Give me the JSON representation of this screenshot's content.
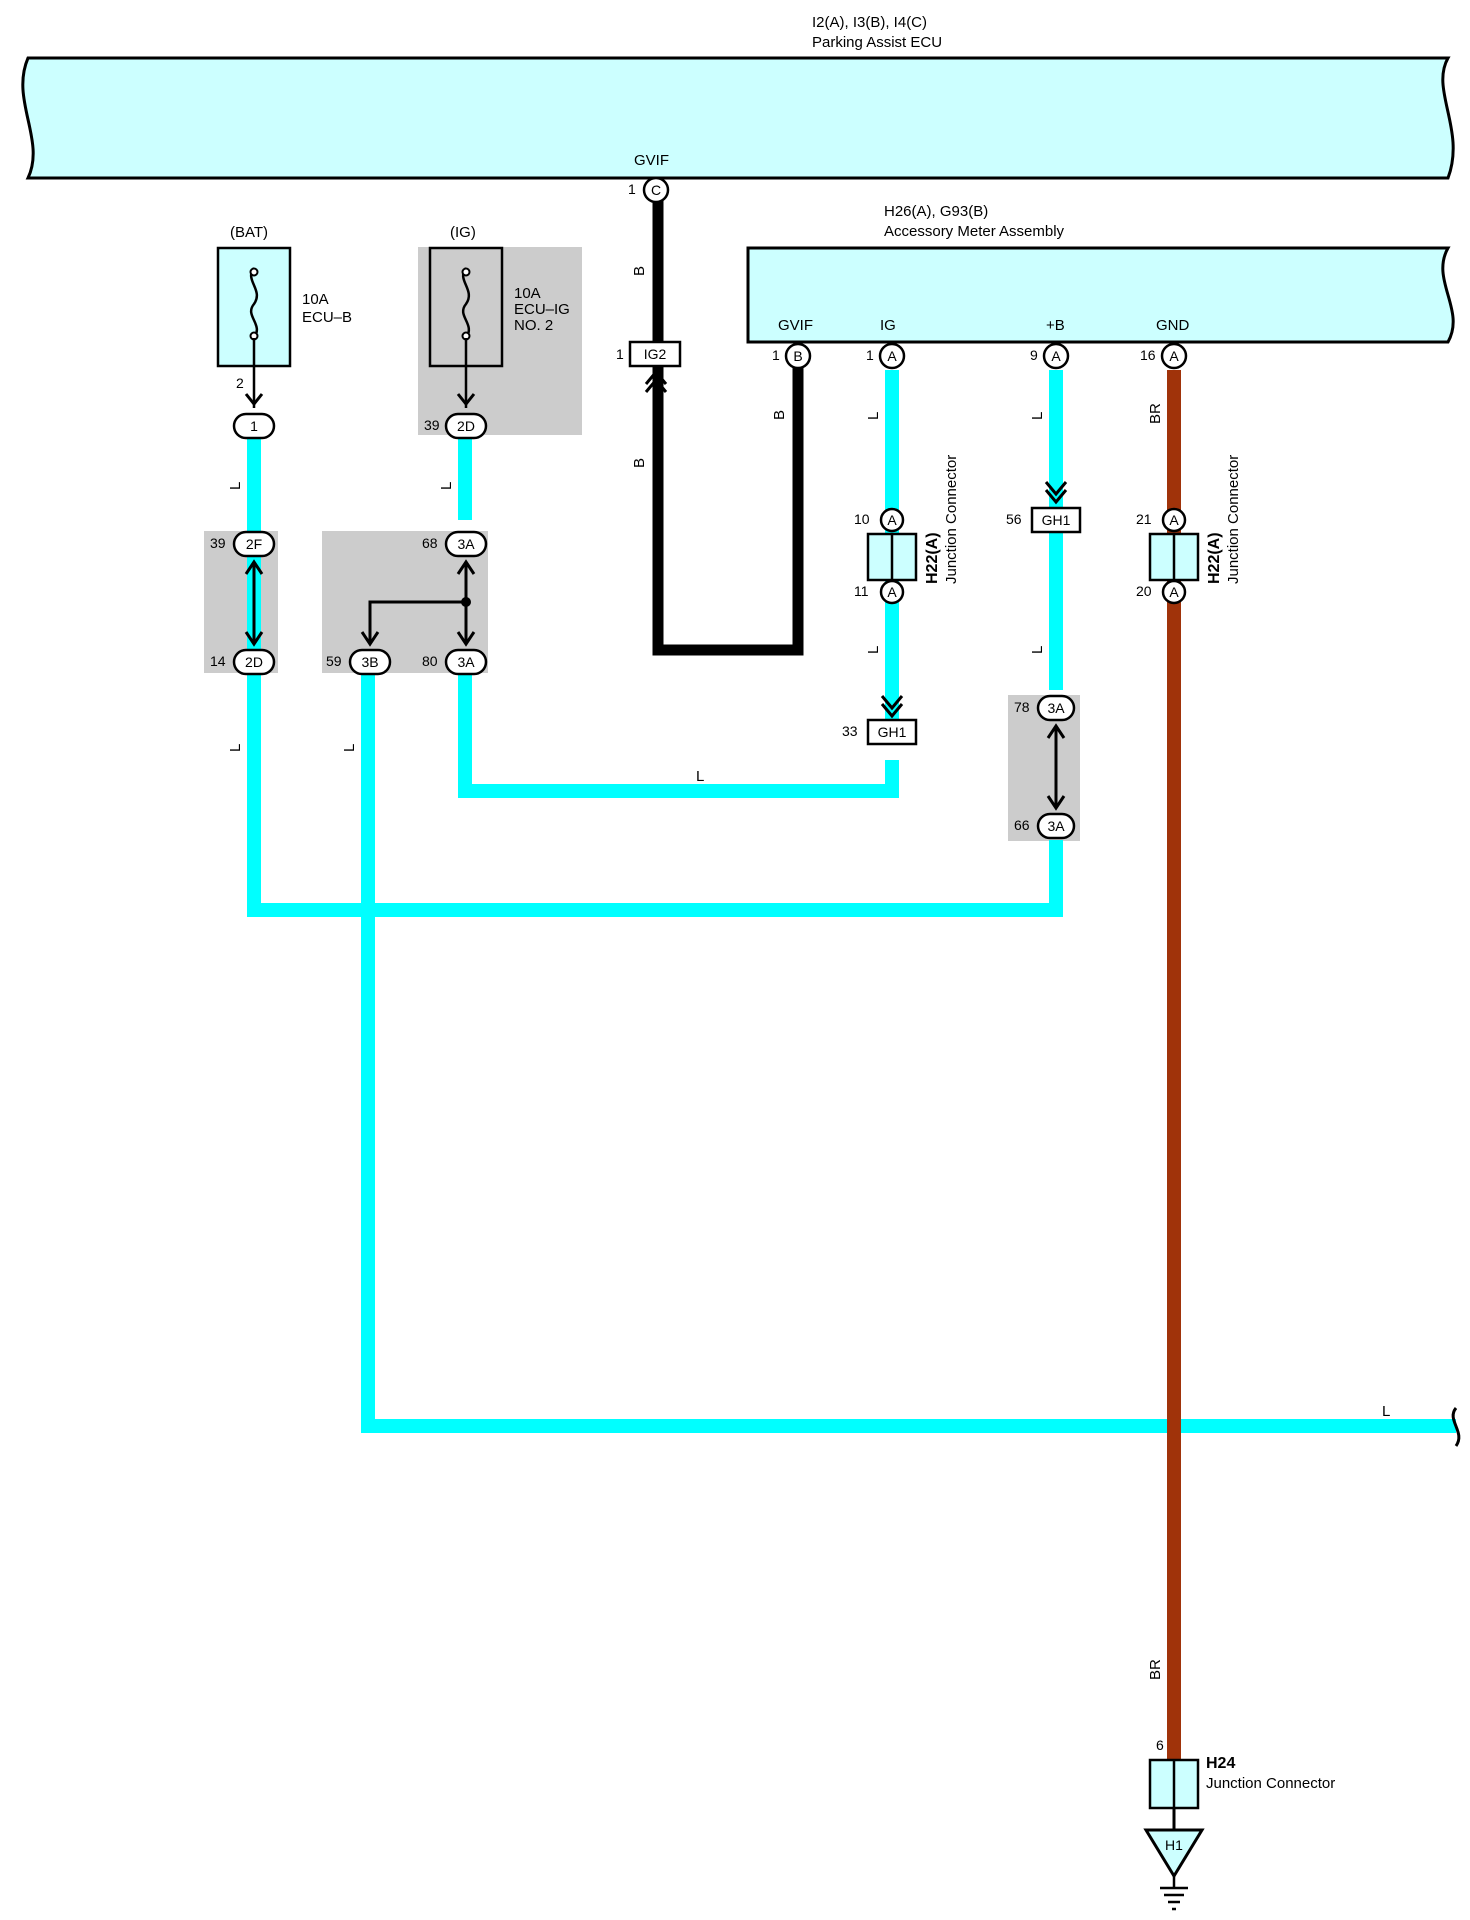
{
  "ecu": {
    "codes": "I2(A), I3(B), I4(C)",
    "name": "Parking Assist ECU",
    "terminal": "GVIF",
    "pin_num": "1",
    "pin_conn": "C"
  },
  "meter": {
    "codes": "H26(A), G93(B)",
    "name": "Accessory Meter Assembly",
    "terminals": [
      {
        "label": "GVIF",
        "num": "1",
        "conn": "B"
      },
      {
        "label": "IG",
        "num": "1",
        "conn": "A"
      },
      {
        "label": "+B",
        "num": "9",
        "conn": "A"
      },
      {
        "label": "GND",
        "num": "16",
        "conn": "A"
      }
    ]
  },
  "fuses": [
    {
      "source": "(BAT)",
      "rating": "10A",
      "name": "ECU–B",
      "name2": "",
      "pin": "2"
    },
    {
      "source": "(IG)",
      "rating": "10A",
      "name": "ECU–IG",
      "name2": "NO. 2",
      "pin": ""
    }
  ],
  "connectors": {
    "c1": {
      "num": "",
      "conn": "1"
    },
    "c39_2d": {
      "num": "39",
      "conn": "2D"
    },
    "c39_2f": {
      "num": "39",
      "conn": "2F"
    },
    "c14_2d": {
      "num": "14",
      "conn": "2D"
    },
    "c68_3a": {
      "num": "68",
      "conn": "3A"
    },
    "c59_3b": {
      "num": "59",
      "conn": "3B"
    },
    "c80_3a": {
      "num": "80",
      "conn": "3A"
    },
    "ig2": {
      "num": "1",
      "conn": "IG2"
    },
    "gh1_56": {
      "num": "56",
      "conn": "GH1"
    },
    "gh1_33": {
      "num": "33",
      "conn": "GH1"
    },
    "c78_3a": {
      "num": "78",
      "conn": "3A"
    },
    "c66_3a": {
      "num": "66",
      "conn": "3A"
    },
    "jc1_top": {
      "num": "10",
      "conn": "A"
    },
    "jc1_bot": {
      "num": "11",
      "conn": "A"
    },
    "jc2_top": {
      "num": "21",
      "conn": "A"
    },
    "jc2_bot": {
      "num": "20",
      "conn": "A"
    }
  },
  "junctions": [
    {
      "code": "H22(A)",
      "name": "Junction Connector"
    },
    {
      "code": "H22(A)",
      "name": "Junction Connector"
    },
    {
      "code": "H24",
      "name": "Junction Connector",
      "pin": "6"
    }
  ],
  "ground": {
    "label": "H1"
  },
  "wire_colors": {
    "L": "L",
    "B": "B",
    "BR": "BR"
  },
  "colors": {
    "ecu_fill": "#ccffff",
    "wire_L": "#00ffff",
    "wire_B": "#000000",
    "wire_BR": "#a0330a",
    "shade": "#cccccc"
  }
}
